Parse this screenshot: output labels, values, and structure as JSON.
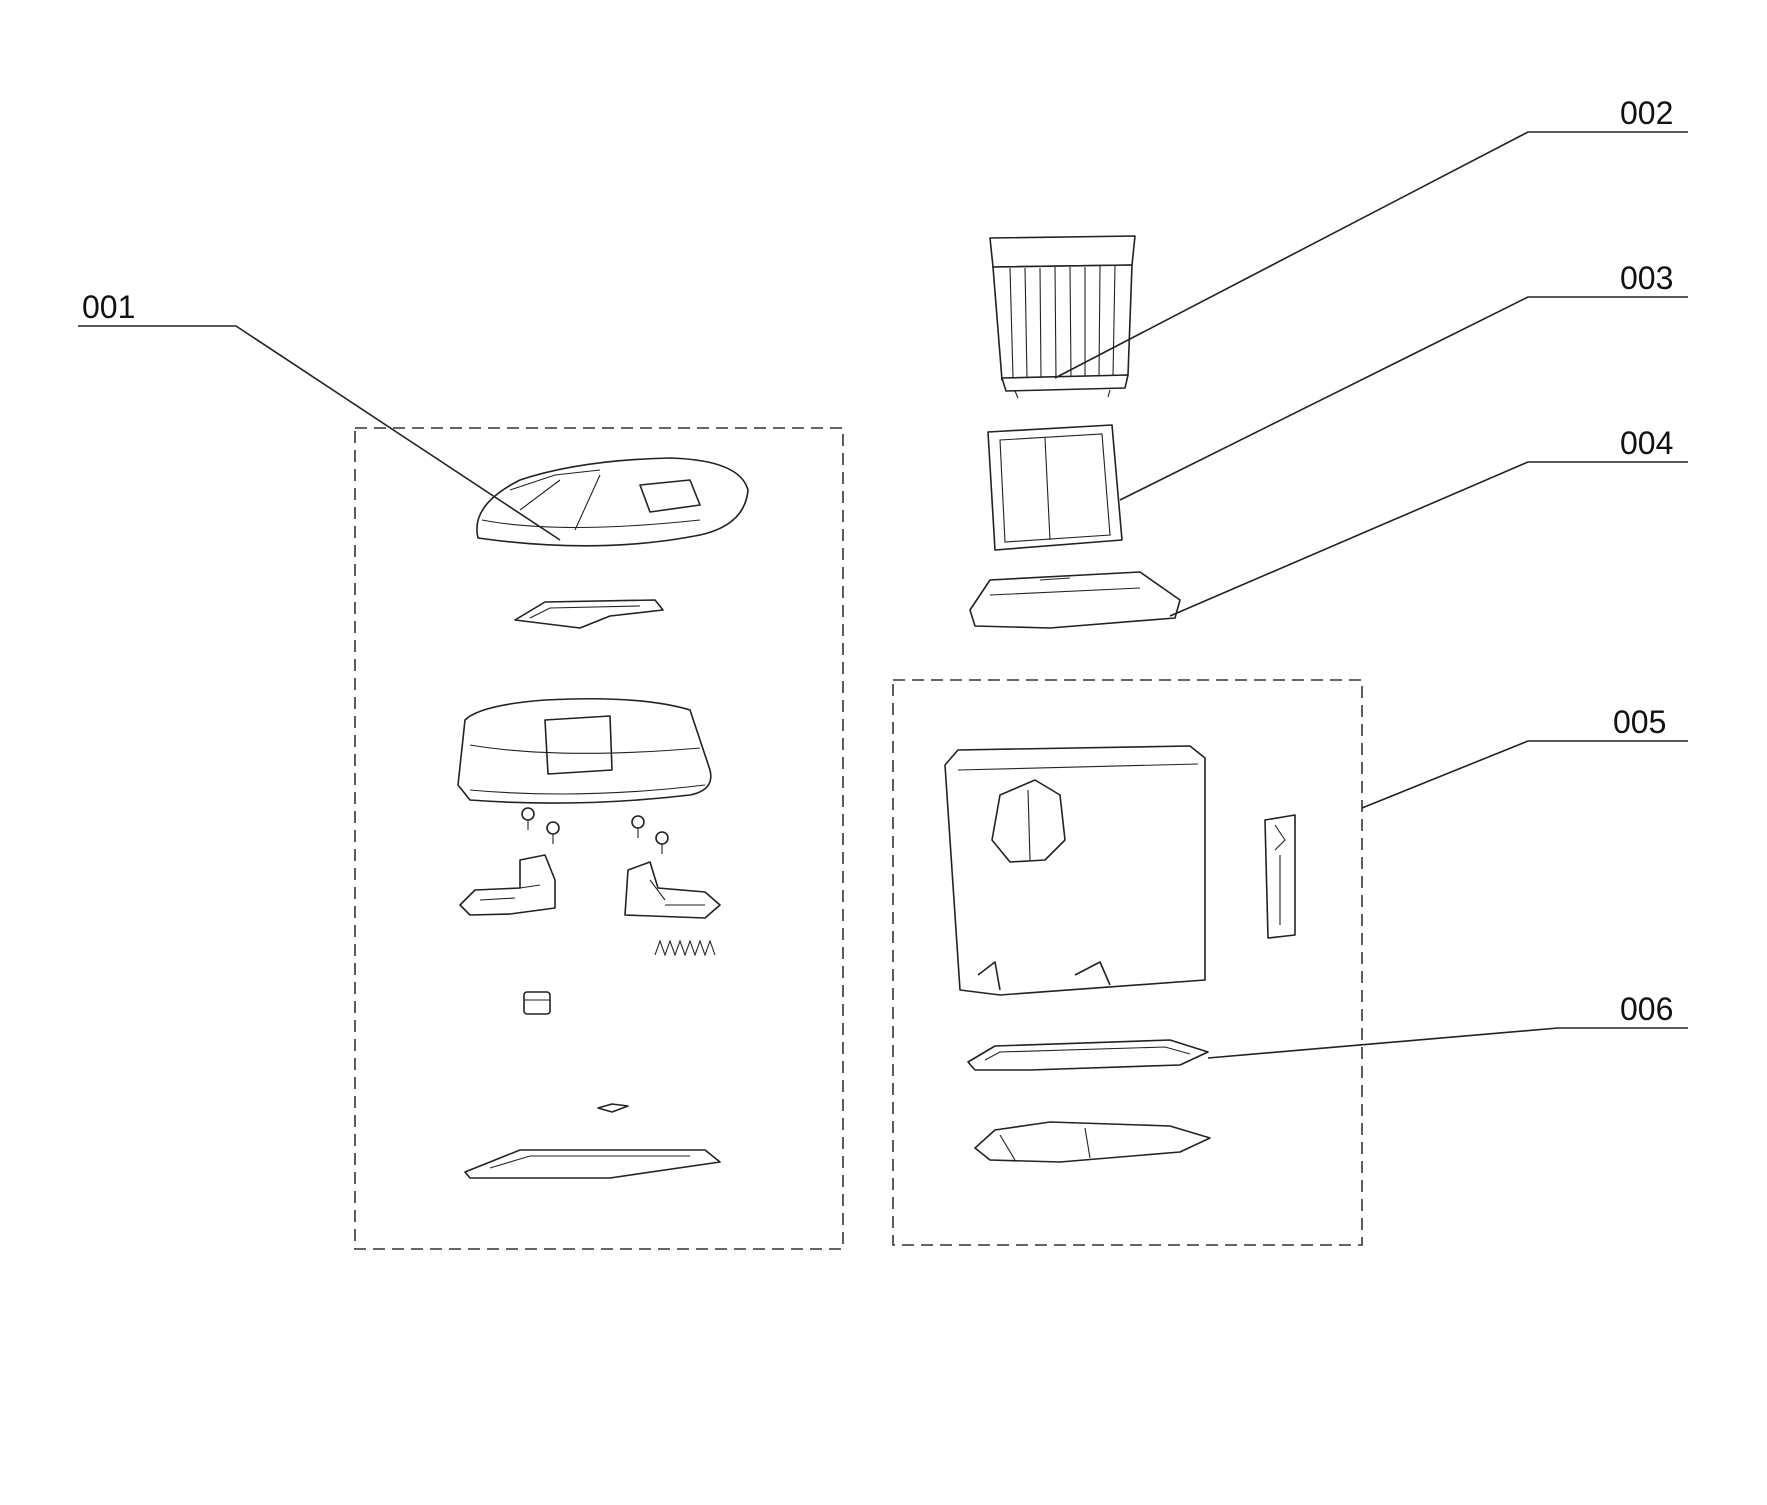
{
  "callouts": [
    {
      "id": "001",
      "label": "001"
    },
    {
      "id": "002",
      "label": "002"
    },
    {
      "id": "003",
      "label": "003"
    },
    {
      "id": "004",
      "label": "004"
    },
    {
      "id": "005",
      "label": "005"
    },
    {
      "id": "006",
      "label": "006"
    }
  ]
}
